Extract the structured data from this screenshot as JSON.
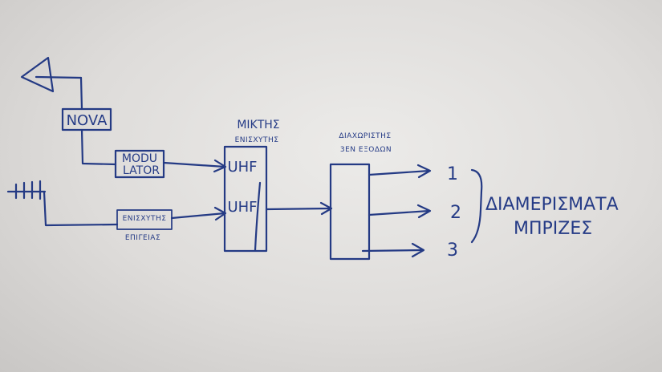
{
  "blocks": {
    "nova": "NOVA",
    "modulator_line1": "MODU",
    "modulator_line2": "LATOR",
    "amplifier_inner": "ΕΝΙΣΧΥΤΗΣ",
    "amplifier_below": "ΕΠΙΓΕΙΑΣ",
    "mixer_title_line1": "ΜΙΚΤΗΣ",
    "mixer_title_line2": "ΕΝΙΣΧΥΤΗΣ",
    "mixer_input_1": "UHF",
    "mixer_input_2": "UHF",
    "splitter_title_line1": "ΔΙΑΧΩΡΙΣΤΗΣ",
    "splitter_title_line2": "3ΕΝ ΕΞΟΔΩΝ"
  },
  "outputs": [
    "1",
    "2",
    "3"
  ],
  "outputs_label_line1": "ΔΙΑΜΕΡΙΣΜΑΤΑ",
  "outputs_label_line2": "ΜΠΡΙΖΕΣ",
  "colors": {
    "ink": "#243a84",
    "paper": "#e4e3e1"
  },
  "icons": [
    "satellite-dish-icon",
    "terrestrial-antenna-icon"
  ]
}
